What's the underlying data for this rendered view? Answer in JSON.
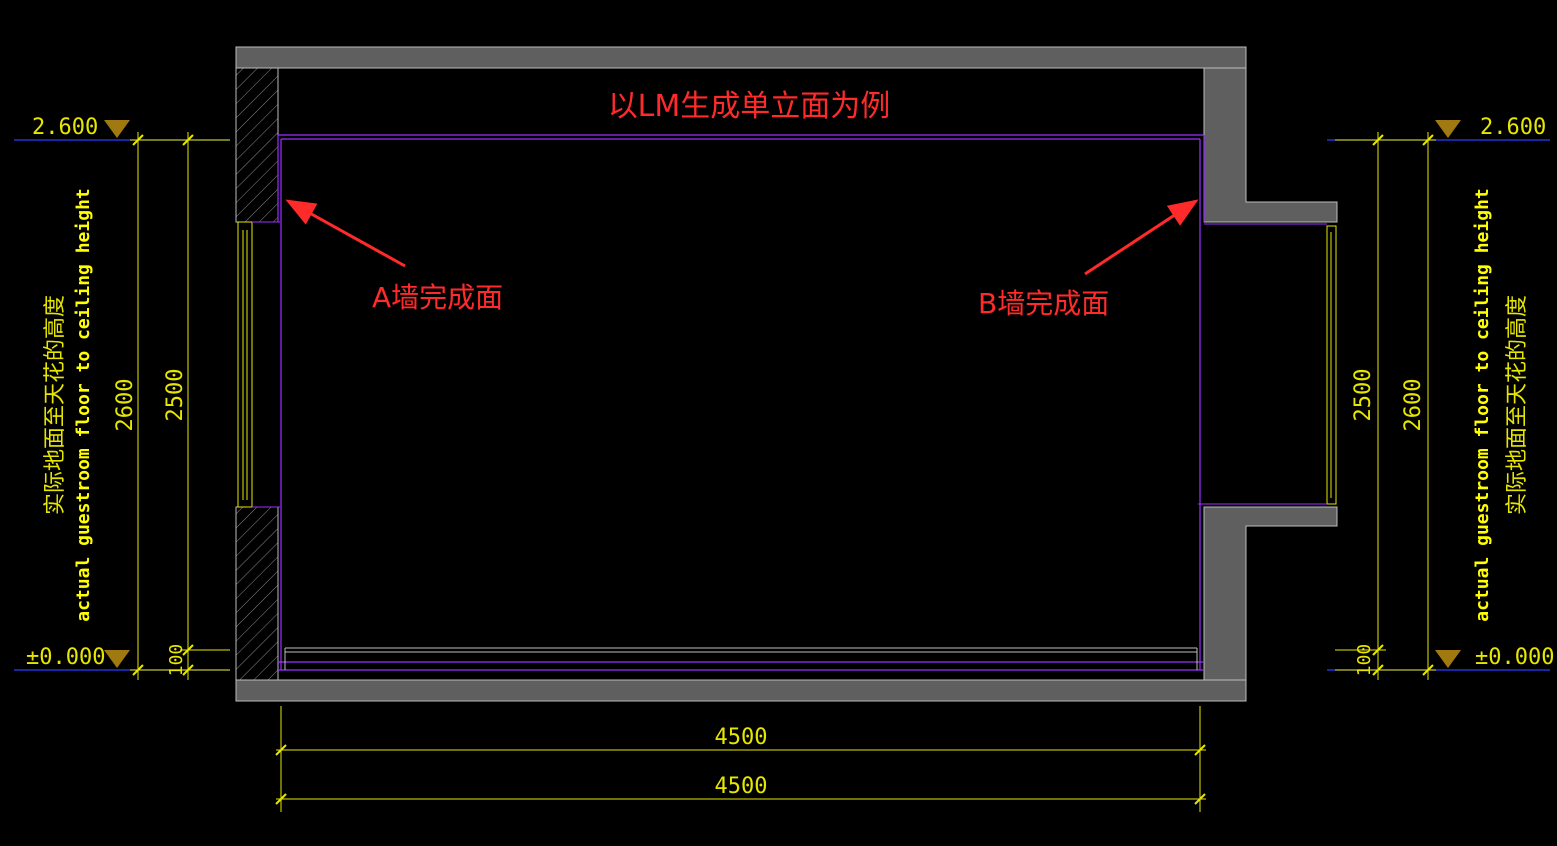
{
  "title": "以LM生成单立面为例",
  "annotations": {
    "wall_a": "A墙完成面",
    "wall_b": "B墙完成面"
  },
  "levels": {
    "top": "2.600",
    "bottom": "±0.000"
  },
  "dimensions": {
    "total_height": "2600",
    "ceiling_height": "2500",
    "skirting": "100",
    "width_1": "4500",
    "width_2": "4500"
  },
  "side_notes": {
    "cn": "实际地面至天花的高度",
    "en": "actual guestroom floor to ceiling height"
  },
  "colors": {
    "background": "#000000",
    "wall_fill": "#5f5f5f",
    "dimension": "#e6e600",
    "finish_line": "#9b30ff",
    "level_line": "#2a3cff",
    "annotation": "#ff2a2a"
  }
}
